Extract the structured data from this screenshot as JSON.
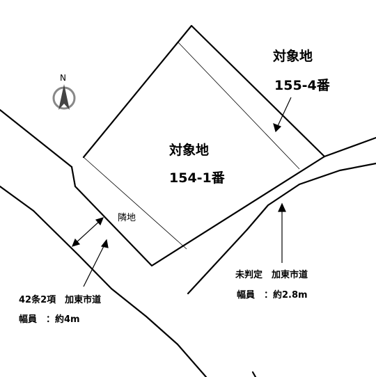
{
  "parcels": {
    "main": {
      "title": "対象地",
      "number": "154-1番"
    },
    "adjacent": {
      "title": "対象地",
      "number": "155-4番"
    },
    "neighbor_label": "隣地"
  },
  "roads": {
    "west": {
      "line1": "42条2項　加東市道",
      "line2": "幅員　：約4m"
    },
    "east": {
      "line1": "未判定　加東市道",
      "line2": "幅員　：約2.8m"
    }
  },
  "compass": {
    "letter": "N",
    "icon": "north-arrow-icon"
  },
  "colors": {
    "line": "#000000",
    "compass_fill": "#444444",
    "compass_ring": "#888888",
    "background": "#ffffff"
  }
}
